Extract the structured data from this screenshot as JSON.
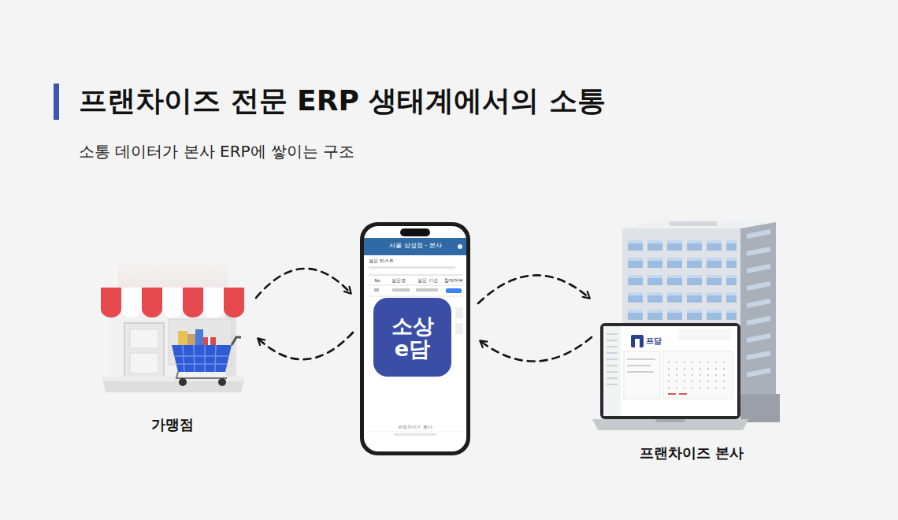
{
  "diagram": {
    "title": "프랜차이즈 전문 ERP 생태계에서의 소통",
    "caption": "소통 데이터가 본사 ERP에 쌓이는 구조",
    "nodes": [
      {
        "text": [
          "가맹점"
        ]
      },
      {
        "text": [
          "서울 삼성점 - 본사"
        ]
      },
      {
        "text": [
          "소상 e담"
        ],
        "in": 1
      },
      {
        "text": [
          "프랜차이즈 본사"
        ]
      }
    ],
    "edges": [
      {
        "from": 0,
        "to": 1,
        "arrow": "to"
      },
      {
        "from": 1,
        "to": 0,
        "arrow": "to"
      },
      {
        "from": 1,
        "to": 3,
        "arrow": "to"
      },
      {
        "from": 3,
        "to": 1,
        "arrow": "to"
      }
    ],
    "labels": [
      "설문 리스트",
      "No",
      "설문명",
      "설문 기간",
      "참여여부",
      "프랜차이즈 본사",
      "프담"
    ]
  }
}
